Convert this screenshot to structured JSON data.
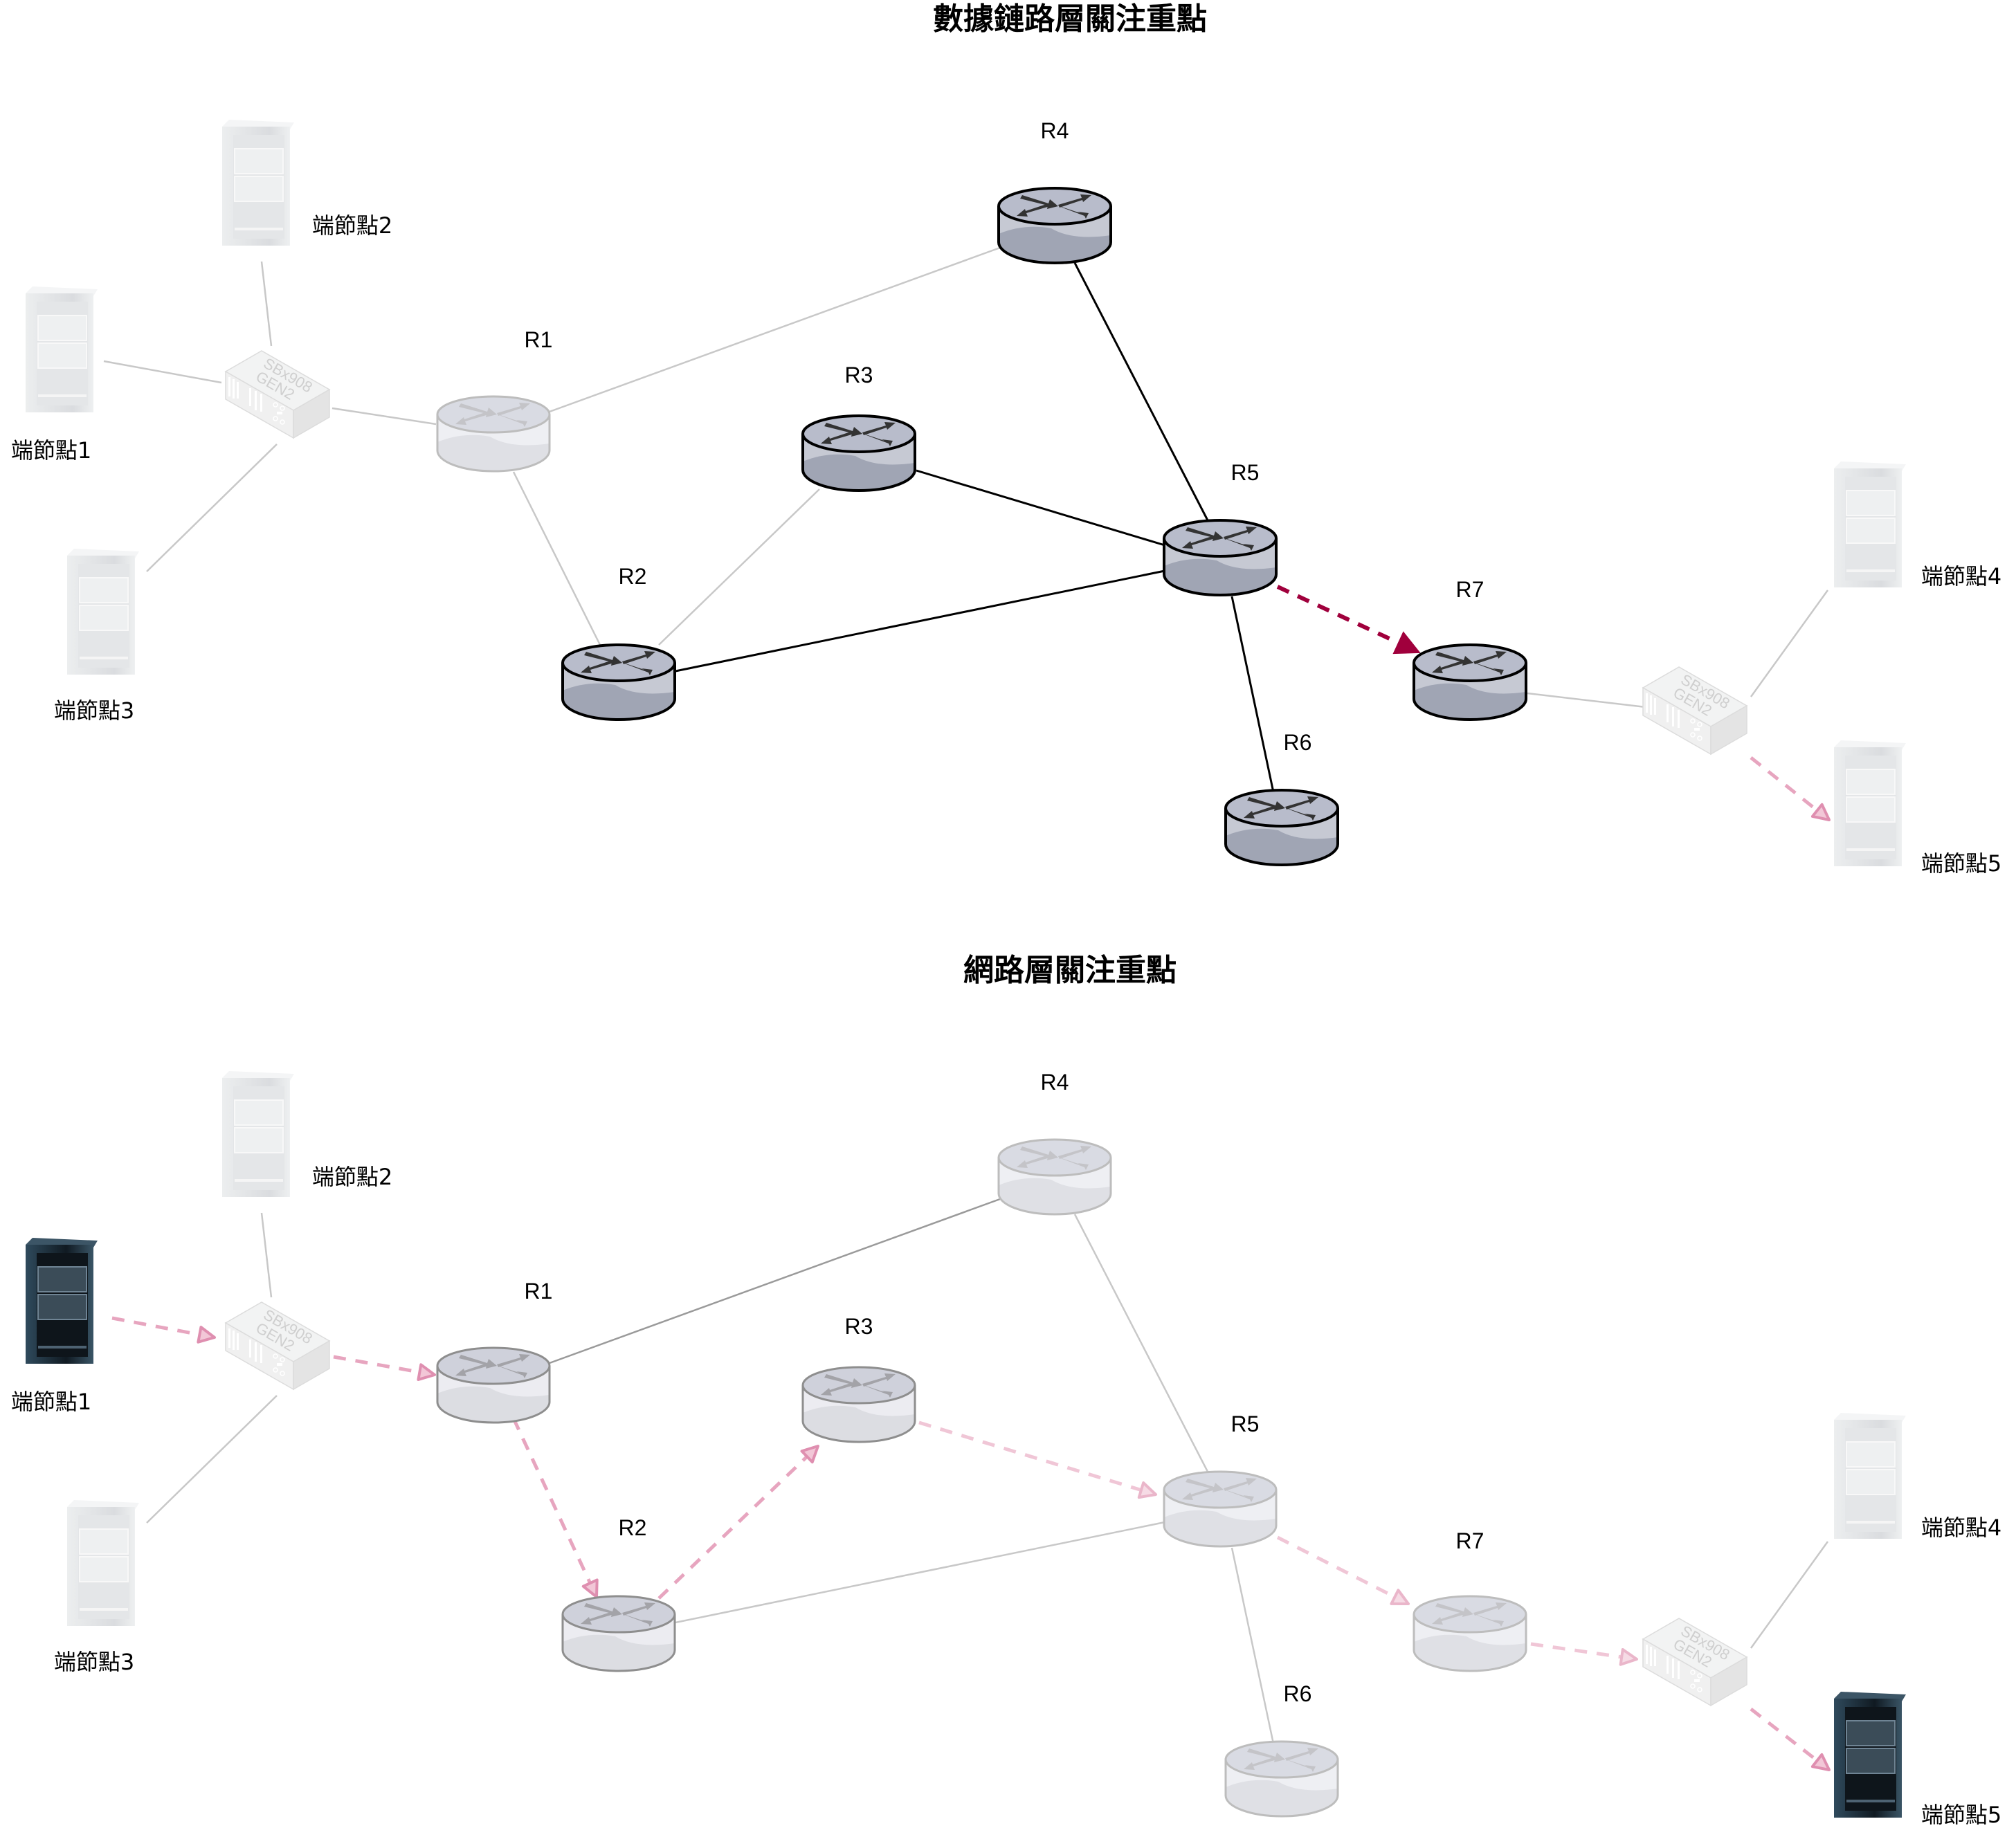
{
  "colors": {
    "link_active": "#000000",
    "link_faded": "#c8c8c8",
    "link_mid": "#9a9a9a",
    "arrow_strong": "#a0003c",
    "arrow_light": "#e7a5bf",
    "arrow_lighter": "#f0c6d6",
    "router_top": "#b8bccb",
    "router_side": "#c6c9d3",
    "router_bottom": "#a0a5b4",
    "server_dark": "#1c2a36",
    "server_faded": "#e2e4e7"
  },
  "panels": [
    {
      "title": "數據鏈路層關注重點",
      "routers": [
        {
          "id": "R1",
          "label": "R1",
          "state": "faded"
        },
        {
          "id": "R2",
          "label": "R2",
          "state": "active"
        },
        {
          "id": "R3",
          "label": "R3",
          "state": "active"
        },
        {
          "id": "R4",
          "label": "R4",
          "state": "active"
        },
        {
          "id": "R5",
          "label": "R5",
          "state": "active"
        },
        {
          "id": "R6",
          "label": "R6",
          "state": "active"
        },
        {
          "id": "R7",
          "label": "R7",
          "state": "active"
        }
      ],
      "switches": [
        {
          "id": "SW1",
          "model": "SBx908",
          "gen": "GEN2",
          "state": "faded"
        },
        {
          "id": "SW2",
          "model": "SBx908",
          "gen": "GEN2",
          "state": "faded"
        }
      ],
      "end_nodes": [
        {
          "id": "N1",
          "label": "端節點1",
          "state": "faded"
        },
        {
          "id": "N2",
          "label": "端節點2",
          "state": "faded"
        },
        {
          "id": "N3",
          "label": "端節點3",
          "state": "faded"
        },
        {
          "id": "N4",
          "label": "端節點4",
          "state": "faded"
        },
        {
          "id": "N5",
          "label": "端節點5",
          "state": "faded"
        }
      ],
      "links": [
        {
          "from": "N2",
          "to": "SW1",
          "style": "faded"
        },
        {
          "from": "N1",
          "to": "SW1",
          "style": "faded"
        },
        {
          "from": "N3",
          "to": "SW1",
          "style": "faded"
        },
        {
          "from": "SW1",
          "to": "R1",
          "style": "faded"
        },
        {
          "from": "R1",
          "to": "R4",
          "style": "faded"
        },
        {
          "from": "R1",
          "to": "R2",
          "style": "faded"
        },
        {
          "from": "R2",
          "to": "R3",
          "style": "faded"
        },
        {
          "from": "R4",
          "to": "R5",
          "style": "active"
        },
        {
          "from": "R3",
          "to": "R5",
          "style": "active"
        },
        {
          "from": "R2",
          "to": "R5",
          "style": "active"
        },
        {
          "from": "R5",
          "to": "R6",
          "style": "active"
        },
        {
          "from": "R7",
          "to": "SW2",
          "style": "faded"
        },
        {
          "from": "SW2",
          "to": "N4",
          "style": "faded"
        }
      ],
      "flows": [
        {
          "from": "R5",
          "to": "R7",
          "style": "strong"
        },
        {
          "from": "SW2",
          "to": "N5",
          "style": "light"
        }
      ]
    },
    {
      "title": "網路層關注重點",
      "routers": [
        {
          "id": "R1",
          "label": "R1",
          "state": "semi"
        },
        {
          "id": "R2",
          "label": "R2",
          "state": "semi"
        },
        {
          "id": "R3",
          "label": "R3",
          "state": "semi"
        },
        {
          "id": "R4",
          "label": "R4",
          "state": "faded"
        },
        {
          "id": "R5",
          "label": "R5",
          "state": "faded"
        },
        {
          "id": "R6",
          "label": "R6",
          "state": "faded"
        },
        {
          "id": "R7",
          "label": "R7",
          "state": "faded"
        }
      ],
      "switches": [
        {
          "id": "SW1",
          "model": "SBx908",
          "gen": "GEN2",
          "state": "faded"
        },
        {
          "id": "SW2",
          "model": "SBx908",
          "gen": "GEN2",
          "state": "faded"
        }
      ],
      "end_nodes": [
        {
          "id": "N1",
          "label": "端節點1",
          "state": "active"
        },
        {
          "id": "N2",
          "label": "端節點2",
          "state": "faded"
        },
        {
          "id": "N3",
          "label": "端節點3",
          "state": "faded"
        },
        {
          "id": "N4",
          "label": "端節點4",
          "state": "faded"
        },
        {
          "id": "N5",
          "label": "端節點5",
          "state": "active"
        }
      ],
      "links": [
        {
          "from": "N2",
          "to": "SW1",
          "style": "faded"
        },
        {
          "from": "N3",
          "to": "SW1",
          "style": "faded"
        },
        {
          "from": "R1",
          "to": "R4",
          "style": "mid"
        },
        {
          "from": "R4",
          "to": "R5",
          "style": "faded"
        },
        {
          "from": "R2",
          "to": "R5",
          "style": "faded"
        },
        {
          "from": "R5",
          "to": "R6",
          "style": "faded"
        },
        {
          "from": "SW2",
          "to": "N4",
          "style": "faded"
        }
      ],
      "flows": [
        {
          "from": "N1",
          "to": "SW1",
          "style": "light"
        },
        {
          "from": "SW1",
          "to": "R1",
          "style": "light"
        },
        {
          "from": "R1",
          "to": "R2",
          "style": "light"
        },
        {
          "from": "R2",
          "to": "R3",
          "style": "light"
        },
        {
          "from": "R3",
          "to": "R5",
          "style": "lighter"
        },
        {
          "from": "R5",
          "to": "R7",
          "style": "lighter"
        },
        {
          "from": "R7",
          "to": "SW2",
          "style": "lighter"
        },
        {
          "from": "SW2",
          "to": "N5",
          "style": "light"
        }
      ]
    }
  ]
}
